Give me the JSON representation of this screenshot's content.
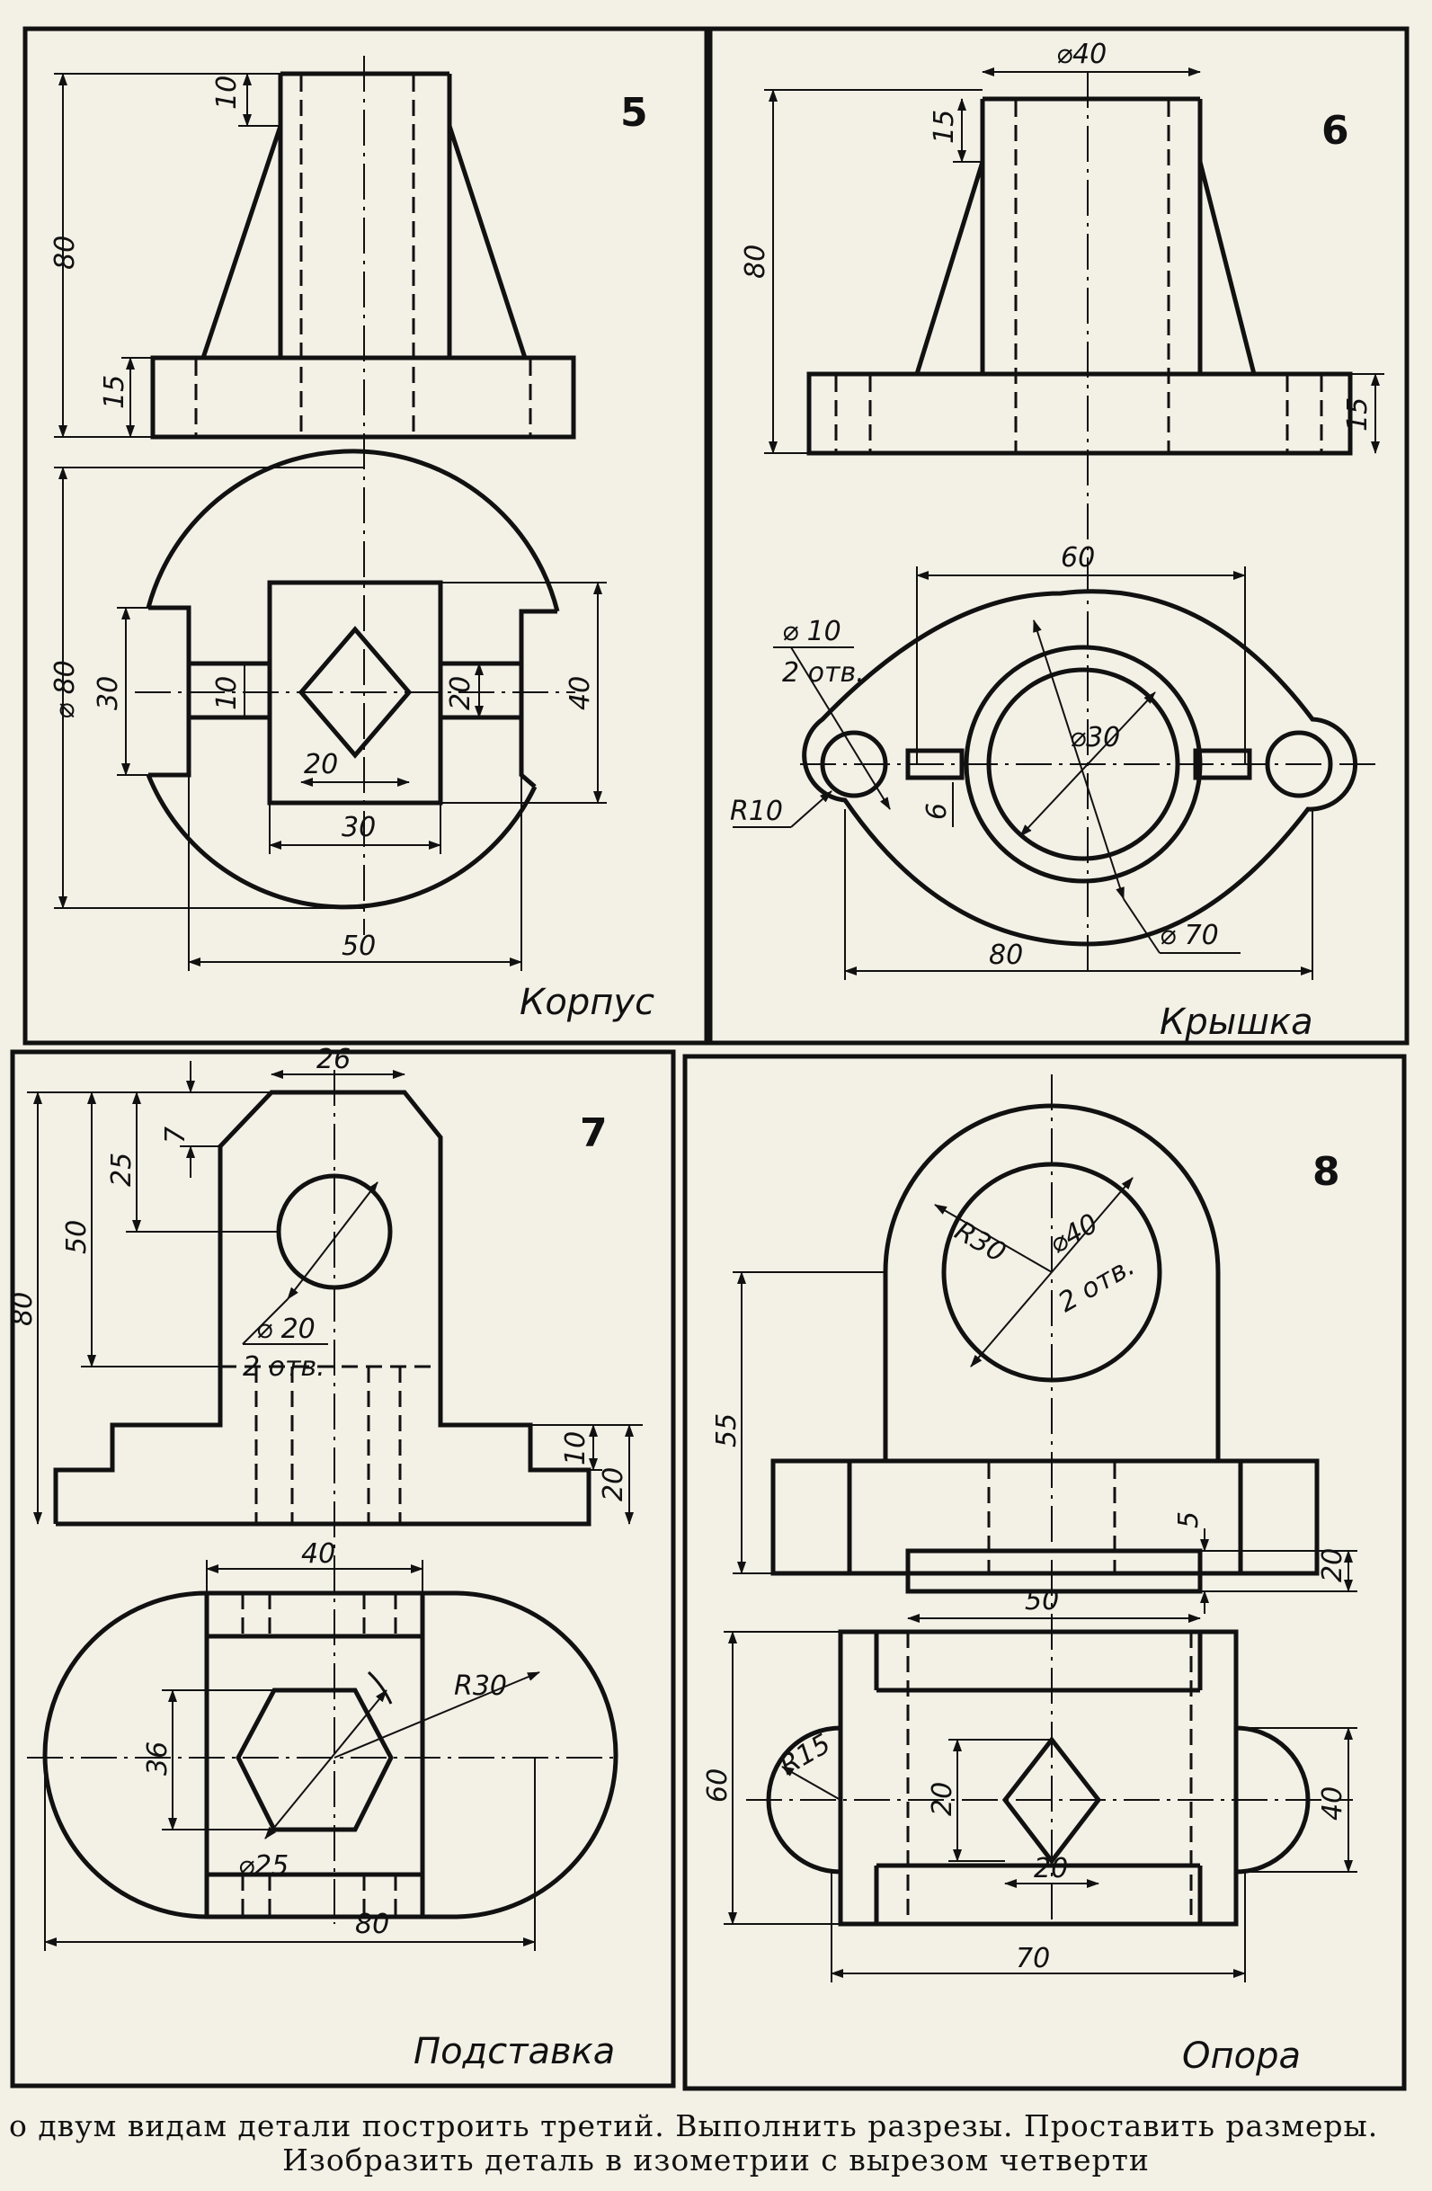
{
  "panels": [
    {
      "number": "5",
      "title": "Корпус"
    },
    {
      "number": "6",
      "title": "Крышка"
    },
    {
      "number": "7",
      "title": "Подставка"
    },
    {
      "number": "8",
      "title": "Опора"
    }
  ],
  "dims": {
    "p5": {
      "d10a": "10",
      "d80": "80",
      "d15": "15",
      "dia80": "⌀ 80",
      "d30a": "30",
      "d10b": "10",
      "d20a": "20",
      "d40": "40",
      "d20b": "20",
      "d30b": "30",
      "d50": "50"
    },
    "p6": {
      "dia40": "⌀40",
      "d15a": "15",
      "d80": "80",
      "d15b": "15",
      "d60": "60",
      "dia10": "⌀ 10",
      "holes": "2 отв.",
      "r10": "R10",
      "dia30": "⌀30",
      "d6": "6",
      "dia70": "⌀ 70",
      "d80b": "80"
    },
    "p7": {
      "d26": "26",
      "d7": "7",
      "d25": "25",
      "d50": "50",
      "d80": "80",
      "dia20": "⌀ 20",
      "holes": "2 отв.",
      "d10": "10",
      "d20": "20",
      "d40": "40",
      "d36": "36",
      "r30": "R30",
      "dia25": "⌀25",
      "d80b": "80"
    },
    "p8": {
      "r30": "R30",
      "dia40": "⌀40",
      "holes": "2 отв.",
      "d55": "55",
      "d5": "5",
      "d20": "20",
      "d50": "50",
      "d60": "60",
      "r15": "R15",
      "d20a": "20",
      "d40": "40",
      "d20b": "20",
      "d70": "70"
    }
  },
  "caption": {
    "line1": "о двум видам детали построить третий. Выполнить разрезы. Проставить размеры.",
    "line2": "Изобразить деталь в изометрии с вырезом четверти"
  }
}
